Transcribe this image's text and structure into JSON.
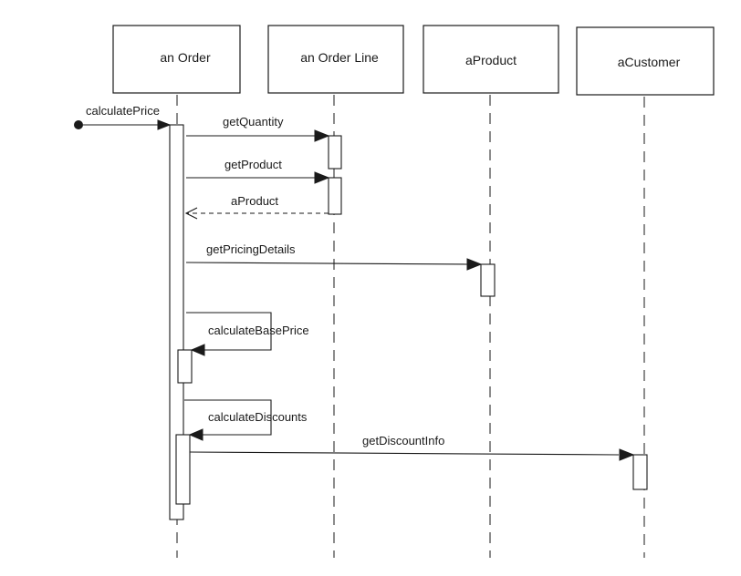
{
  "participants": {
    "order": "an Order",
    "order_line": "an Order Line",
    "product": "aProduct",
    "customer": "aCustomer"
  },
  "messages": {
    "calculate_price": "calculatePrice",
    "get_quantity": "getQuantity",
    "get_product": "getProduct",
    "a_product_return": "aProduct",
    "get_pricing_details": "getPricingDetails",
    "calculate_base_price": "calculateBasePrice",
    "calculate_discounts": "calculateDiscounts",
    "get_discount_info": "getDiscountInfo"
  }
}
